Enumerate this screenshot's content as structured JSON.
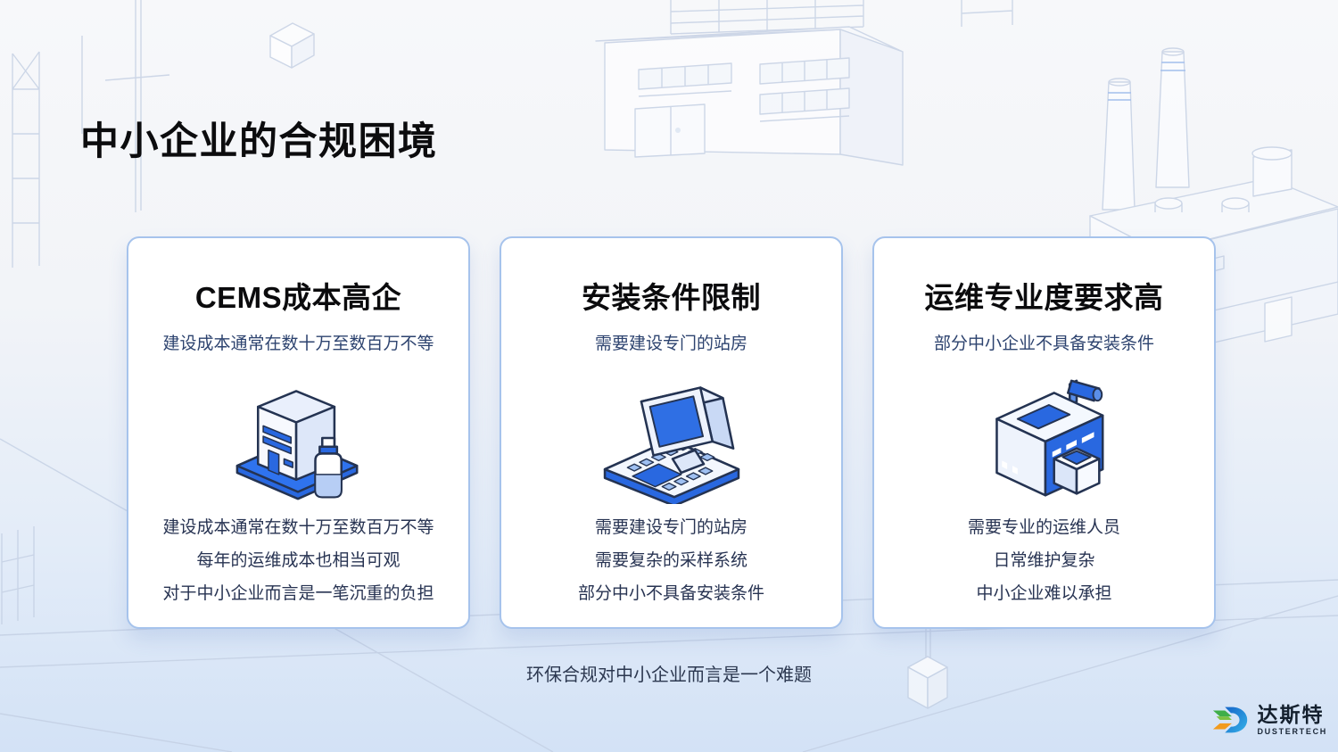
{
  "slide": {
    "title": "中小企业的合规困境",
    "cards": [
      {
        "title": "CEMS成本高企",
        "subtitle": "建设成本通常在数十万至数百万不等",
        "icon": "server-cabinet-and-reagent-bottle-icon",
        "lines": [
          "建设成本通常在数十万至数百万不等",
          "每年的运维成本也相当可观",
          "对于中小企业而言是一笔沉重的负担"
        ]
      },
      {
        "title": "安装条件限制",
        "subtitle": "需要建设专门的站房",
        "icon": "monitor-and-keyboard-icon",
        "lines": [
          "需要建设专门的站房",
          "需要复杂的采样系统",
          "部分中小不具备安装条件"
        ]
      },
      {
        "title": "运维专业度要求高",
        "subtitle": "部分中小企业不具备安装条件",
        "icon": "factory-building-icon",
        "lines": [
          "需要专业的运维人员",
          "日常维护复杂",
          "中小企业难以承担"
        ]
      }
    ],
    "footer": {
      "caption": "环保合规对中小企业而言是一个难题"
    },
    "logo": {
      "cn": "达斯特",
      "en": "DUSTERTECH"
    },
    "colors": {
      "accent_blue": "#2968e0",
      "icon_light_blue": "#dbe6f9",
      "card_border": "#a6c3ec",
      "title_black": "#0c0c0e",
      "subtitle_navy": "#2d436f",
      "body_navy": "#273352",
      "background_bottom": "#d3e2f6",
      "lineart": "#c3cfe3",
      "logo_green": "#3fae49",
      "logo_orange": "#f29b1d",
      "logo_blue": "#1f77d0"
    }
  }
}
